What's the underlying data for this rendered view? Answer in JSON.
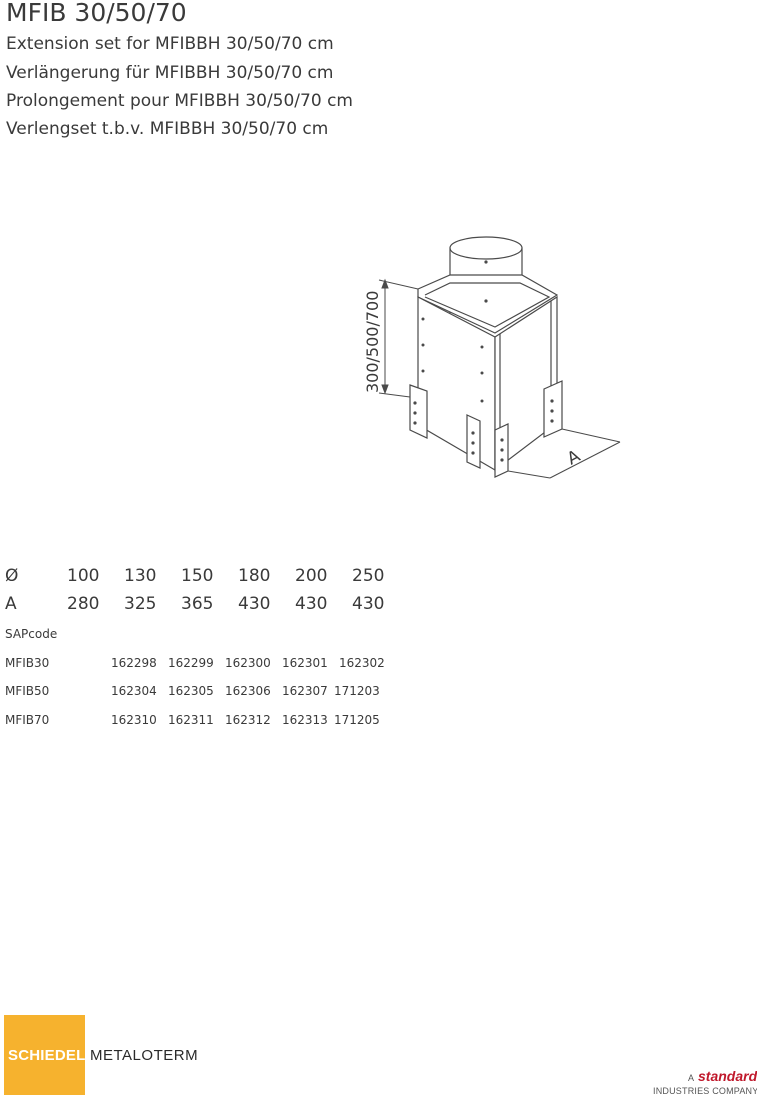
{
  "header": {
    "title": "MFIB 30/50/70",
    "lines": [
      "Extension set for MFIBBH 30/50/70 cm",
      "Verlängerung für MFIBBH 30/50/70 cm",
      "Prolongement pour MFIBBH 30/50/70 cm",
      "Verlengset t.b.v. MFIBBH 30/50/70 cm"
    ]
  },
  "diagram": {
    "height_label": "300/500/700",
    "width_label": "A"
  },
  "table": {
    "diameter_label": "Ø",
    "diameters": [
      "100",
      "130",
      "150",
      "180",
      "200",
      "250"
    ],
    "a_label": "A",
    "a_values": [
      "280",
      "325",
      "365",
      "430",
      "430",
      "430"
    ],
    "sapcode_label": "SAPcode",
    "rows": [
      {
        "name": "MFIB30",
        "codes": [
          "162298",
          "162299",
          "162300",
          "162301",
          "162302"
        ]
      },
      {
        "name": "MFIB50",
        "codes": [
          "162304",
          "162305",
          "162306",
          "162307",
          "171203"
        ]
      },
      {
        "name": "MFIB70",
        "codes": [
          "162310",
          "162311",
          "162312",
          "162313",
          "171205"
        ]
      }
    ]
  },
  "footer": {
    "brand_left": "SCHIEDEL",
    "brand_right": "METALOTERM",
    "company_prefix": "A",
    "company_name": "standard",
    "company_suffix": "INDUSTRIES COMPANY",
    "brand_color": "#f6b22e",
    "accent_color": "#c0182b"
  }
}
